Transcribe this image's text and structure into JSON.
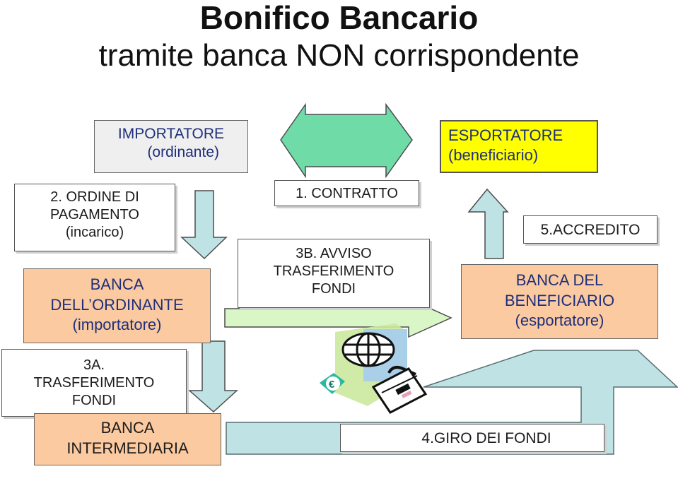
{
  "title": {
    "line1": "Bonifico Bancario",
    "line2": "tramite banca NON corrispondente"
  },
  "importatore": {
    "line1": "IMPORTATORE",
    "line2": "(ordinante)"
  },
  "esportatore": {
    "line1": "ESPORTATORE",
    "line2": "(beneficiario)"
  },
  "ordine": {
    "line1": "2. ORDINE DI",
    "line2": "PAGAMENTO",
    "line3": "(incarico)"
  },
  "contratto": "1. CONTRATTO",
  "accredito": "5.ACCREDITO",
  "banca_ordinante": {
    "line1": "BANCA",
    "line2": "DELL’ORDINANTE",
    "line3": "(importatore)"
  },
  "avviso": {
    "line1": "3B. AVVISO",
    "line2": "TRASFERIMENTO",
    "line3": "FONDI"
  },
  "banca_beneficiario": {
    "line1": "BANCA DEL",
    "line2": "BENEFICIARIO",
    "line3": "(esportatore)"
  },
  "trasferimento": {
    "line1": "3A.",
    "line2": "TRASFERIMENTO",
    "line3": "FONDI"
  },
  "banca_intermediaria": {
    "line1": "BANCA",
    "line2": "INTERMEDIARIA"
  },
  "giro": "4.GIRO DEI FONDI",
  "icons": {
    "globe": "globe-icon",
    "briefcase": "briefcase-icon",
    "euro": "euro-icon"
  },
  "colors": {
    "arrow_light_blue": "#bfe3e4",
    "contract_arrow_green": "#6fdca8",
    "avviso_arrow_green": "#d9f7c6",
    "peach": "#fbcaa0",
    "yellow": "#ffff00"
  }
}
